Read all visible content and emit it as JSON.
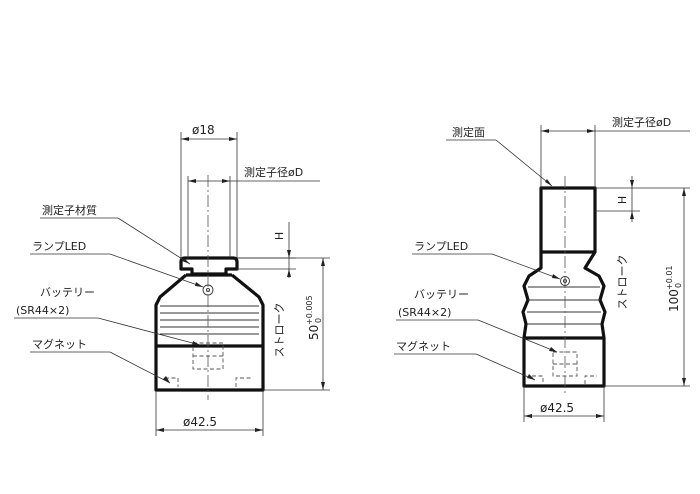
{
  "left_view": {
    "dim_top_dia": "ø18",
    "probe_diameter": "測定子径øD",
    "probe_material": "測定子材質",
    "lamp_led": "ランプLED",
    "battery_line1": "バッテリー",
    "battery_line2": "(SR44×2)",
    "magnet": "マグネット",
    "h_label": "H",
    "stroke": "ストローク",
    "height_main": "50",
    "height_tol_upper": "+0.005",
    "height_tol_lower": "0",
    "dim_bottom_dia": "ø42.5"
  },
  "right_view": {
    "measure_face": "測定面",
    "probe_diameter": "測定子径øD",
    "lamp_led": "ランプLED",
    "battery_line1": "バッテリー",
    "battery_line2": "(SR44×2)",
    "magnet": "マグネット",
    "h_label": "H",
    "stroke": "ストローク",
    "height_main": "100",
    "height_tol_upper": "+0.01",
    "height_tol_lower": "0",
    "dim_bottom_dia": "ø42.5"
  }
}
